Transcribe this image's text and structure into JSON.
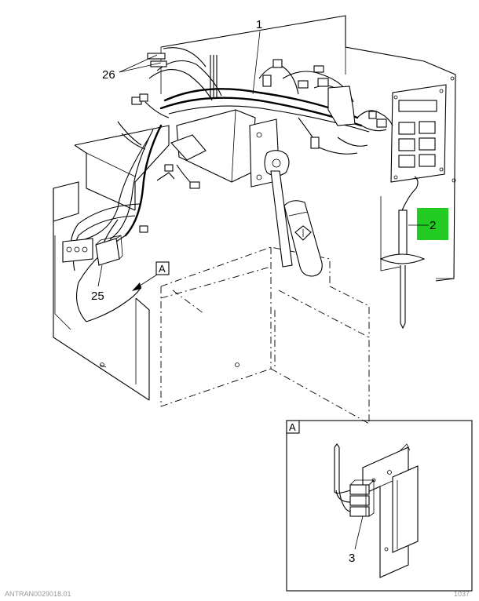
{
  "callouts": {
    "c1": "1",
    "c2": "2",
    "c3": "3",
    "c25": "25",
    "c26": "26"
  },
  "view_label_main": "A",
  "view_label_inset": "A",
  "highlight_color": "#22cc22",
  "footer_left": "ANTRAN0029018.01",
  "footer_right": "1037"
}
